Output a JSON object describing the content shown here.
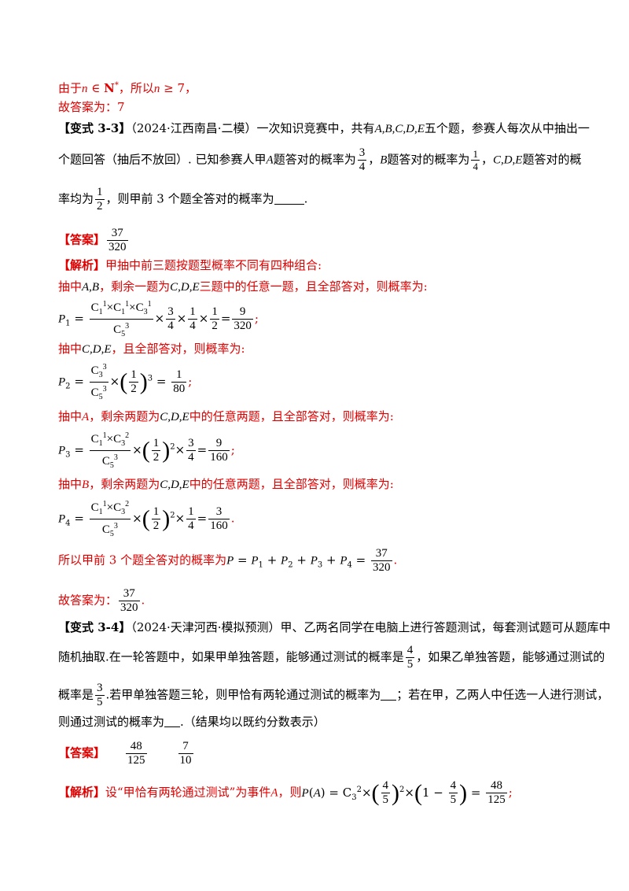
{
  "line1_prefix": "由于",
  "line1_math1": "n ∈ N",
  "line1_mid": "，所以",
  "line1_math2": "n ≥ 7",
  "line1_end": "，",
  "ans1": "故答案为：7",
  "v33_tag": "【变式 3-3】",
  "v33_src": "（2024·江西南昌·二模）",
  "v33_text1": "一次知识竞赛中，共有",
  "v33_set": "A,B,C,D,E",
  "v33_text2": "五个题，参赛人每次从中抽出一",
  "v33_text3": "个题回答（抽后不放回）. 已知参赛人甲",
  "v33_text4": "题答对的概率为",
  "v33_text5": "题答对的概率为",
  "v33_text6": "题答对的概",
  "v33_text7": "率均为",
  "v33_text8": "，则甲前 3 个题全答对的概率为",
  "answer_tag": "【答案】",
  "jiexi_tag": "【解析】",
  "j1": "甲抽中前三题按题型概率不同有四种组合:",
  "j2a": "抽中",
  "j2b": "，剩余一题为",
  "j2c": "三题中的任意一题，且全部答对，则概率为:",
  "j3a": "抽中",
  "j3b": "，且全部答对，则概率为:",
  "j4a": "抽中",
  "j4b": "，剩余两题为",
  "j4c": "中的任意两题，且全部答对，则概率为:",
  "j5c": "中的任意两题，且全部答对，则概率为:",
  "j6": "所以甲前 3 个题全答对的概率为",
  "ans2": "故答案为：",
  "v34_tag": "【变式 3-4】",
  "v34_src": "（2024·天津河西·模拟预测）",
  "v34_text1": "甲、乙两名同学在电脑上进行答题测试，每套测试题可从题库中",
  "v34_text2": "随机抽取.在一轮答题中，如果甲单独答题，能够通过测试的概率是",
  "v34_text3": "，如果乙单独答题，能够通过测试的",
  "v34_text4": "概率是",
  "v34_text5": ".若甲单独答题三轮，则甲恰有两轮通过测试的概率为",
  "v34_text6": "；若在甲，乙两人中任选一人进行测试，",
  "v34_text7": "则通过测试的概率为",
  "v34_text8": ".（结果均以既约分数表示）",
  "j7a": "设“甲恰有两轮通过测试”为事件",
  "j7b": "，则"
}
